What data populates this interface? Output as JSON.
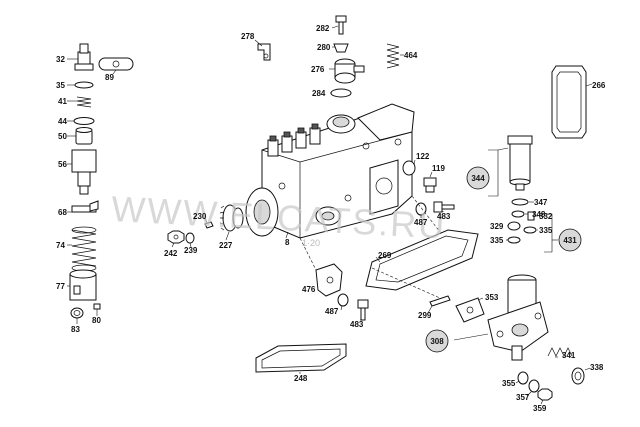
{
  "watermark": {
    "text": "WWW.ELCATS.RU",
    "small": "1·20"
  },
  "callouts": {
    "c32": "32",
    "c35": "35",
    "c41": "41",
    "c44": "44",
    "c50": "50",
    "c56": "56",
    "c68": "68",
    "c74": "74",
    "c77": "77",
    "c80": "80",
    "c83": "83",
    "c89": "89",
    "c278": "278",
    "c282": "282",
    "c280": "280",
    "c276": "276",
    "c284": "284",
    "c464": "464",
    "c266": "266",
    "c122": "122",
    "c119": "119",
    "c344": "344",
    "c347": "347",
    "c348": "348",
    "c329": "329",
    "c332": "332",
    "c335a": "335",
    "c335b": "335",
    "c431": "431",
    "c487a": "487",
    "c483a": "483",
    "c230": "230",
    "c227": "227",
    "c242": "242",
    "c239": "239",
    "c8": "8",
    "c269": "269",
    "c476": "476",
    "c487b": "487",
    "c483b": "483",
    "c299": "299",
    "c353": "353",
    "c308": "308",
    "c341": "341",
    "c338": "338",
    "c248": "248",
    "c355": "355",
    "c357": "357",
    "c359": "359"
  }
}
